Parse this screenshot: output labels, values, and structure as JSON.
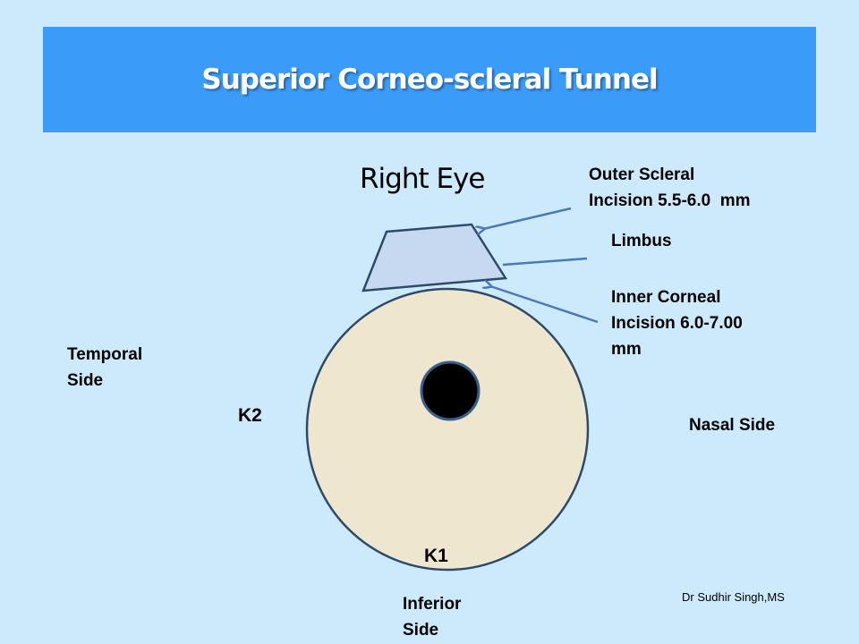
{
  "title": "Superior Corneo-scleral Tunnel",
  "diagram": {
    "eye_label": "Right Eye",
    "outer_incision": [
      "Outer Scleral",
      "Incision 5.5-6.0  mm"
    ],
    "limbus": "Limbus",
    "inner_incision": [
      "Inner Corneal",
      "Incision 6.0-7.00",
      "mm"
    ],
    "temporal": [
      "Temporal",
      "Side"
    ],
    "nasal": "Nasal Side",
    "inferior": [
      "Inferior",
      "Side"
    ],
    "k1": "K1",
    "k2": "K2"
  },
  "credit": "Dr Sudhir Singh,MS",
  "colors": {
    "banner": "#3b9bf8",
    "background": "#cdeafd",
    "cornea": "#efe6cf",
    "tunnel": "#c7d9f1",
    "stroke": "#2e4a6b",
    "arrow": "#4a7ab5"
  }
}
